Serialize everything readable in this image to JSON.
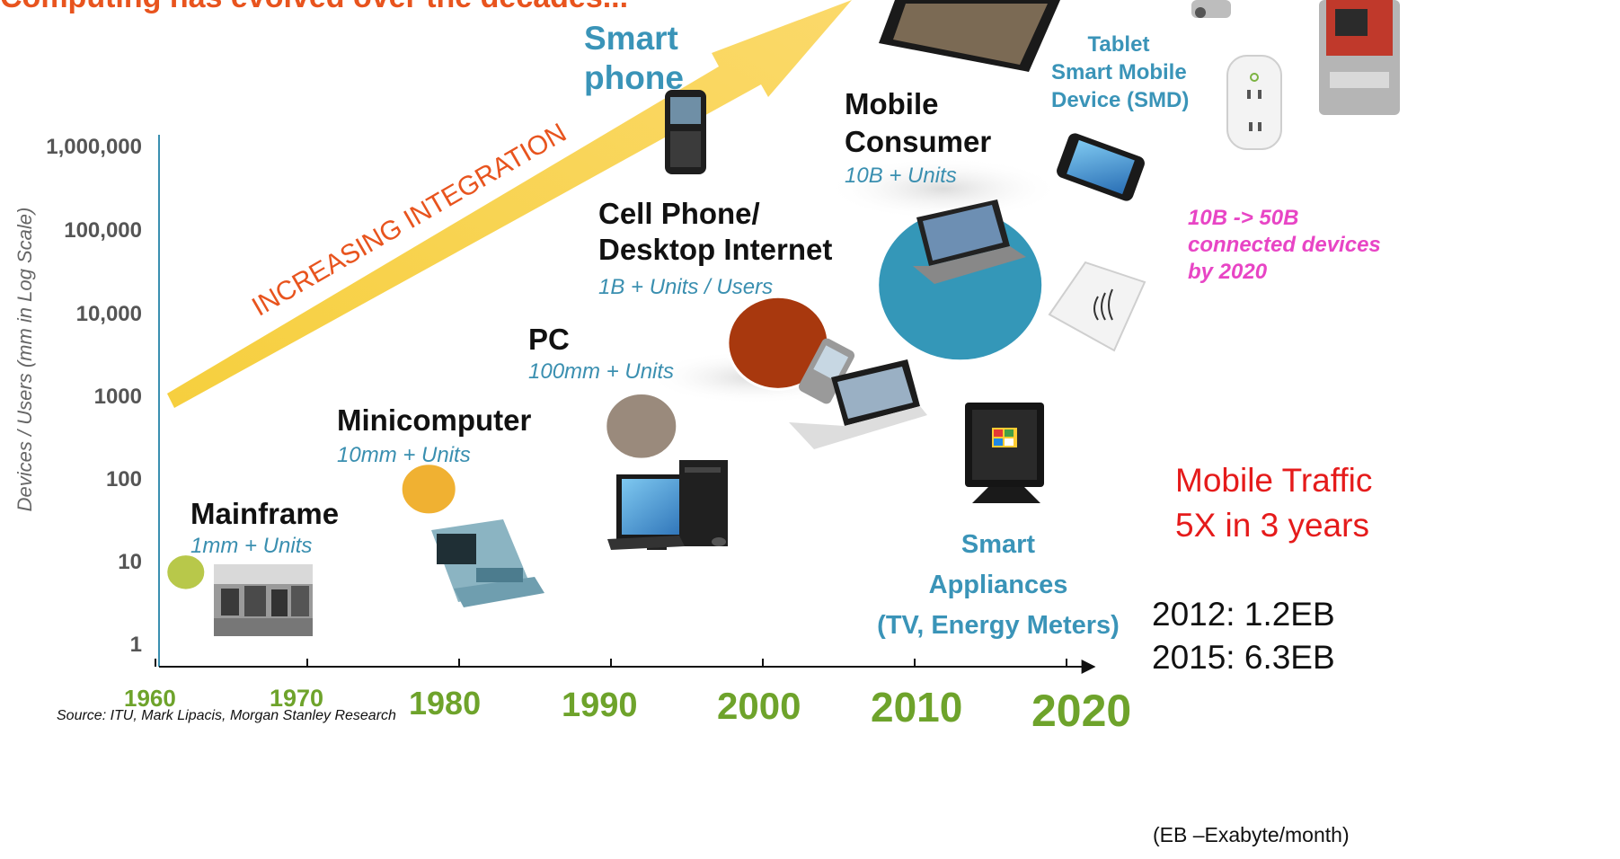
{
  "header": {
    "partial_title": "Computing has evolved over the decades..."
  },
  "axes": {
    "ylabel": "Devices / Users (mm in Log Scale)",
    "y_ticks": [
      "1,000,000",
      "100,000",
      "10,000",
      "1000",
      "100",
      "10",
      "1"
    ],
    "x_ticks": [
      "1960",
      "1970",
      "1980",
      "1990",
      "2000",
      "2010",
      "2020"
    ]
  },
  "arrow_label": "INCREASING INTEGRATION",
  "eras": {
    "mainframe": {
      "title": "Mainframe",
      "units": "1mm + Units",
      "color": "#b8c84a"
    },
    "minicomputer": {
      "title": "Minicomputer",
      "units": "10mm + Units",
      "color": "#f0b132"
    },
    "pc": {
      "title": "PC",
      "units": "100mm  + Units",
      "color": "#9a8a7c"
    },
    "cell_desktop": {
      "title_line1": "Cell Phone/",
      "title_line2": "Desktop Internet",
      "units": "1B + Units / Users",
      "color": "#a8380e"
    },
    "mobile_consumer": {
      "title_line1": "Mobile",
      "title_line2": "Consumer",
      "units": "10B + Units",
      "color": "#3497b8"
    }
  },
  "smart_phone": {
    "line1": "Smart",
    "line2": "phone"
  },
  "tablet": {
    "line1": "Tablet",
    "line2": "Smart Mobile",
    "line3": "Device (SMD)"
  },
  "smart_appliances": {
    "line1": "Smart",
    "line2": "Appliances",
    "line3": "(TV, Energy Meters)"
  },
  "connected_devices": {
    "line1": "10B  -> 50B",
    "line2": "connected devices",
    "line3": "by 2020"
  },
  "mobile_traffic": {
    "line1": "Mobile Traffic",
    "line2": "5X in 3 years"
  },
  "traffic_stats": {
    "line1": "2012: 1.2EB",
    "line2": "2015: 6.3EB",
    "note": "(EB –Exabyte/month)"
  },
  "source": "Source: ITU, Mark Lipacis, Morgan Stanley Research",
  "device_images": {
    "mainframe_room": "mainframe-room-photo",
    "minicomputer": "minicomputer-terminal-picture",
    "pc": "desktop-pc-picture",
    "flip_phone": "flip-phone-picture",
    "laptop": "laptop-picture",
    "smartphone": "blackberry-phone-picture",
    "tablet": "tablet-picture",
    "netbook": "netbook-picture",
    "touch_phone": "touch-phone-picture",
    "ereader": "ereader-picture",
    "google_tv": "google-tv-picture",
    "smart_plug": "smart-plug-picture",
    "energy_meter": "energy-meter-picture"
  },
  "chart_data": {
    "type": "scatter",
    "title": "",
    "xlabel": "",
    "ylabel": "Devices / Users (mm in Log Scale)",
    "y_scale": "log",
    "x_ticks": [
      1960,
      1970,
      1980,
      1990,
      2000,
      2010,
      2020
    ],
    "y_ticks": [
      1,
      10,
      100,
      1000,
      10000,
      100000,
      1000000
    ],
    "xlim": [
      1960,
      2020
    ],
    "ylim": [
      1,
      1000000
    ],
    "grid": false,
    "legend": "none",
    "series": [
      {
        "name": "",
        "points": [
          {
            "label": "Mainframe",
            "x": 1962,
            "y": 7,
            "color": "#b8c84a"
          },
          {
            "label": "Minicomputer",
            "x": 1978,
            "y": 70,
            "color": "#f0b132"
          },
          {
            "label": "PC",
            "x": 1992,
            "y": 400,
            "color": "#9a8a7c"
          },
          {
            "label": "Cell Phone/Desktop Internet",
            "x": 2001,
            "y": 4000,
            "color": "#a8380e"
          },
          {
            "label": "Mobile Consumer",
            "x": 2013,
            "y": 20000,
            "color": "#3497b8"
          }
        ]
      }
    ]
  }
}
